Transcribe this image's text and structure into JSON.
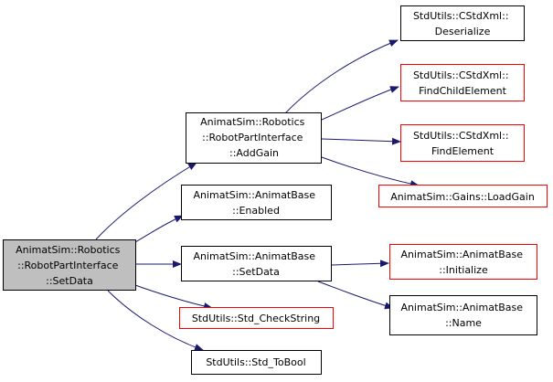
{
  "colors": {
    "edge": "#191970",
    "root_fill": "#bfbfbf",
    "node_fill": "#ffffff",
    "node_border": "#000000",
    "node_border_alt": "#ff0000",
    "text": "#000000"
  },
  "nodes": {
    "root": {
      "lines": [
        "AnimatSim::Robotics",
        "::RobotPartInterface",
        "::SetData"
      ]
    },
    "addgain": {
      "lines": [
        "AnimatSim::Robotics",
        "::RobotPartInterface",
        "::AddGain"
      ]
    },
    "enabled": {
      "lines": [
        "AnimatSim::AnimatBase",
        "::Enabled"
      ]
    },
    "setdata": {
      "lines": [
        "AnimatSim::AnimatBase",
        "::SetData"
      ]
    },
    "checkstring": {
      "lines": [
        "StdUtils::Std_CheckString"
      ]
    },
    "tobool": {
      "lines": [
        "StdUtils::Std_ToBool"
      ]
    },
    "deserialize": {
      "lines": [
        "StdUtils::CStdXml::",
        "Deserialize"
      ]
    },
    "findchild": {
      "lines": [
        "StdUtils::CStdXml::",
        "FindChildElement"
      ]
    },
    "findelement": {
      "lines": [
        "StdUtils::CStdXml::",
        "FindElement"
      ]
    },
    "loadgain": {
      "lines": [
        "AnimatSim::Gains::LoadGain"
      ]
    },
    "initialize": {
      "lines": [
        "AnimatSim::AnimatBase",
        "::Initialize"
      ]
    },
    "name": {
      "lines": [
        "AnimatSim::AnimatBase",
        "::Name"
      ]
    }
  }
}
